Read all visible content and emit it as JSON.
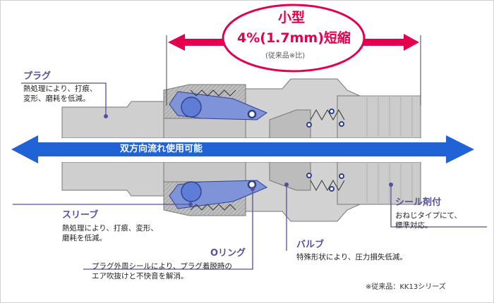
{
  "colors": {
    "accent_red": "#e5004f",
    "flow_blue": "#1f63d6",
    "label_purple": "#55509b",
    "body_gray": "#c9c9c9",
    "oring_blue": "#3e57b0"
  },
  "size_badge": {
    "title": "小型",
    "reduction": "4%(1.7mm)短縮",
    "note": "(従来品※比)"
  },
  "flow_arrow": {
    "label": "双方向流れ使用可能"
  },
  "callouts": {
    "plug": {
      "title": "プラグ",
      "lines": [
        "熱処理により、打痕、",
        "変形、磨耗を低減。"
      ]
    },
    "sleeve": {
      "title": "スリーブ",
      "lines": [
        "熱処理により、打痕、変形、",
        "磨耗を低減。"
      ]
    },
    "oring": {
      "title": "Oリング",
      "lines": [
        "プラグ外周シールにより、プラグ着脱時の",
        "エア吹抜けと不快音を解消。"
      ]
    },
    "valve": {
      "title": "バルブ",
      "lines": [
        "特殊形状により、圧力損失低減。"
      ]
    },
    "seal": {
      "title": "シール剤付",
      "lines": [
        "おねじタイプにて、",
        "標準対応。"
      ]
    }
  },
  "footnote": "※従来品：KK13シリーズ"
}
